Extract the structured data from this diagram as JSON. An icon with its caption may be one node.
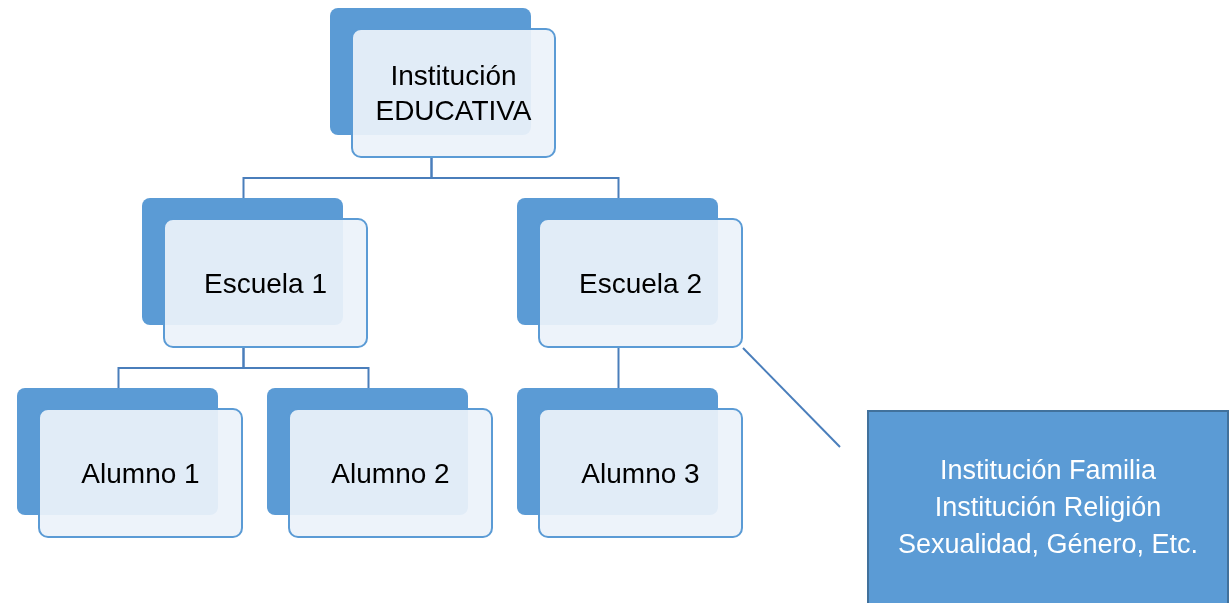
{
  "diagram": {
    "nodes": [
      {
        "text": [
          "Institución EDUCATIVA"
        ]
      },
      {
        "text": [
          "Escuela 1"
        ]
      },
      {
        "text": [
          "Escuela 2"
        ]
      },
      {
        "text": [
          "Alumno 1"
        ]
      },
      {
        "text": [
          "Alumno 2"
        ]
      },
      {
        "text": [
          "Alumno 3"
        ]
      },
      {
        "text": [
          "Institución Familia Institución Religión Sexualidad, Género, Etc."
        ]
      }
    ],
    "edges": [
      {
        "from": 0,
        "to": 1,
        "arrow": "none"
      },
      {
        "from": 0,
        "to": 2,
        "arrow": "none"
      },
      {
        "from": 1,
        "to": 3,
        "arrow": "none"
      },
      {
        "from": 1,
        "to": 4,
        "arrow": "none"
      },
      {
        "from": 2,
        "to": 5,
        "arrow": "none"
      },
      {
        "from": 6,
        "to": 2,
        "arrow": "none"
      }
    ]
  }
}
